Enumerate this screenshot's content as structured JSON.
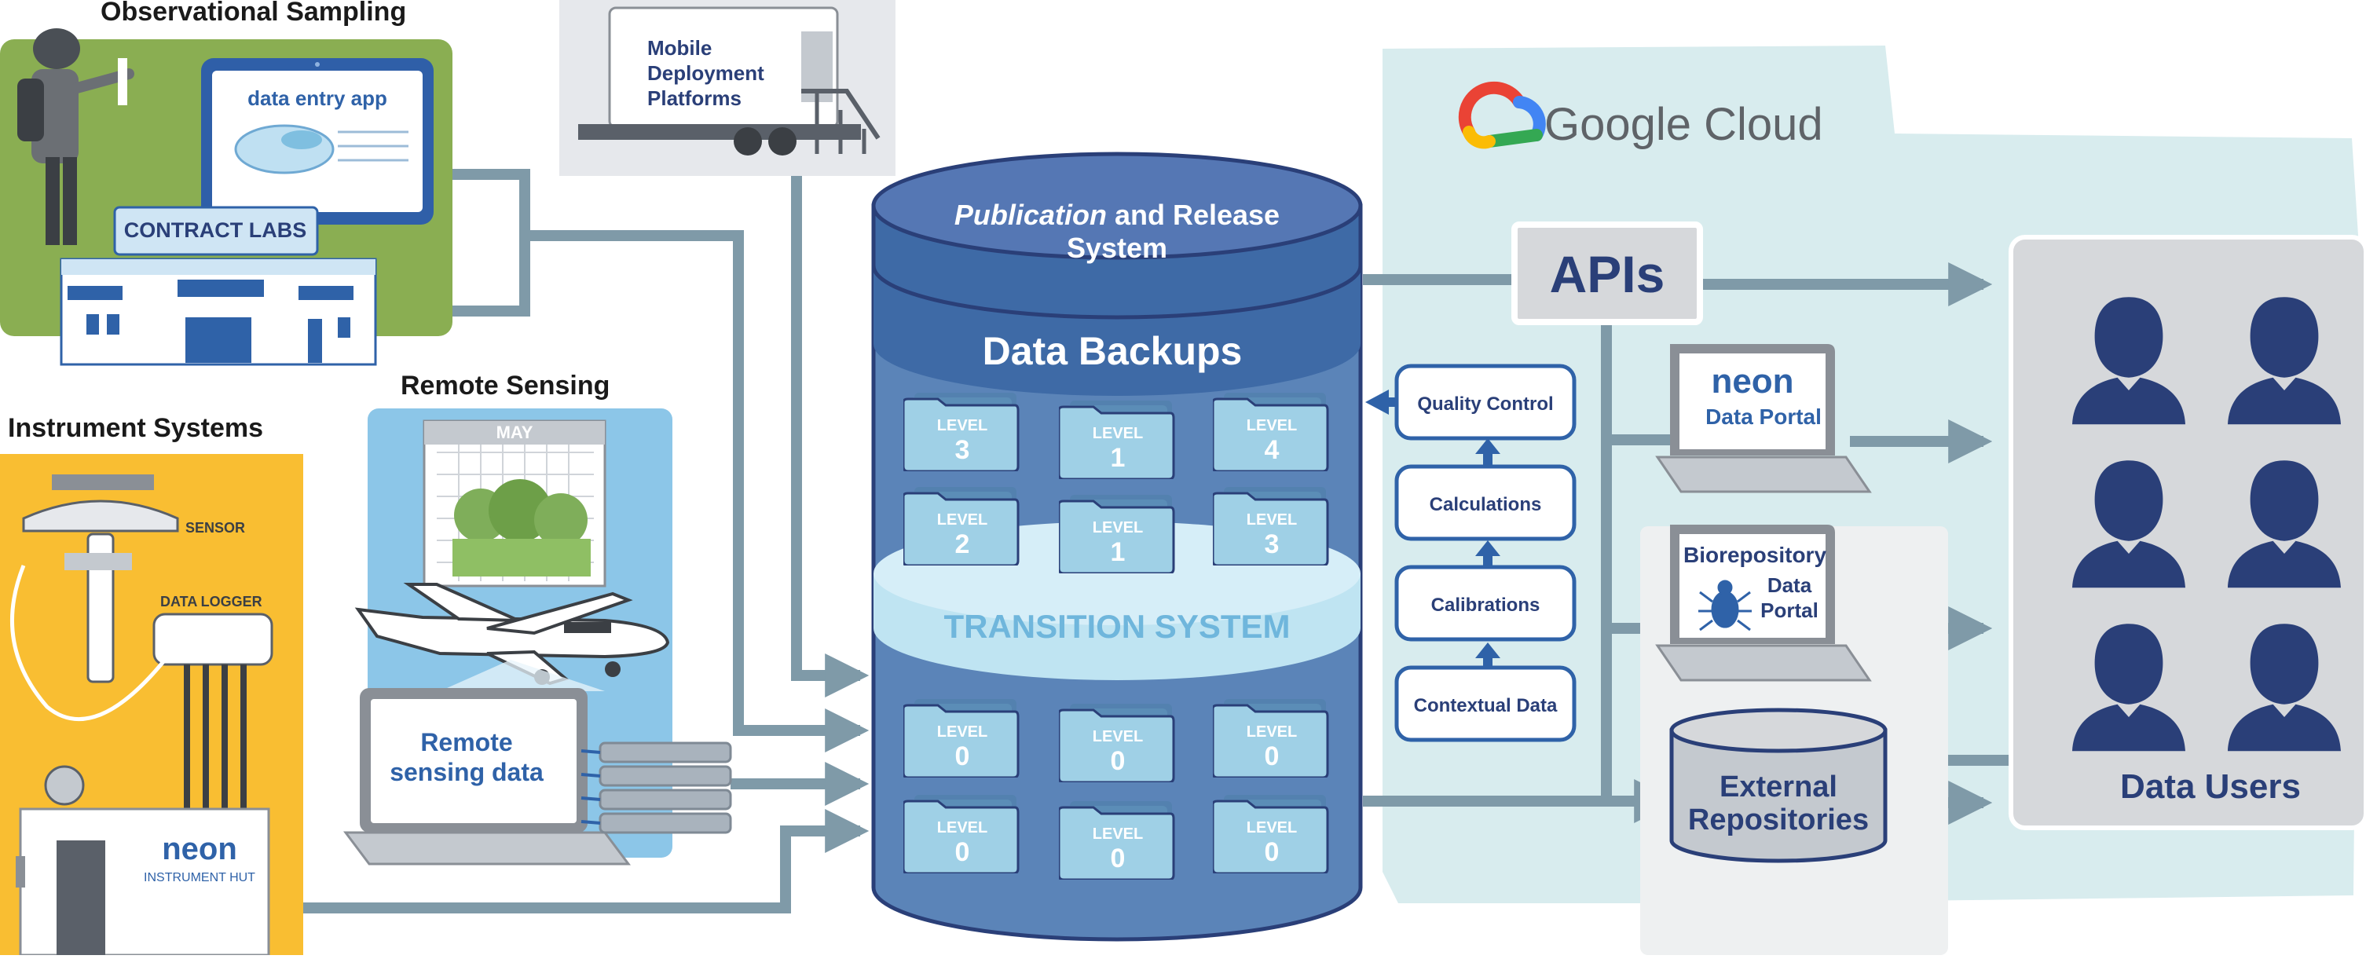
{
  "sources": {
    "observational": {
      "title": "Observational Sampling",
      "app_label": "data entry app",
      "labs_label": "CONTRACT LABS"
    },
    "mobile": {
      "line1": "Mobile",
      "line2": "Deployment",
      "line3": "Platforms"
    },
    "remote": {
      "title": "Remote Sensing",
      "calendar_month": "MAY",
      "laptop_line1": "Remote",
      "laptop_line2": "sensing data"
    },
    "instrument": {
      "title": "Instrument Systems",
      "sensor_label": "SENSOR",
      "logger_label": "DATA LOGGER",
      "hut_brand": "neon",
      "hut_label": "INSTRUMENT HUT"
    }
  },
  "cylinder": {
    "publication_italic": "Publication",
    "publication_rest": " and Release",
    "publication_line2": "System",
    "backups_label": "Data Backups",
    "transition_label": "TRANSITION SYSTEM",
    "level_word": "LEVEL",
    "upper_folders": [
      "3",
      "1",
      "4",
      "2",
      "1",
      "3"
    ],
    "lower_folders": [
      "0",
      "0",
      "0",
      "0",
      "0",
      "0"
    ]
  },
  "processing": {
    "steps": [
      "Quality Control",
      "Calculations",
      "Calibrations",
      "Contextual Data"
    ]
  },
  "cloud": {
    "brand": "Google Cloud",
    "apis_label": "APIs"
  },
  "outputs": {
    "neon_brand": "neon",
    "data_portal": "Data Portal",
    "bio_line1": "Biorepository",
    "bio_line2": "Data",
    "bio_line3": "Portal",
    "external_line1": "External",
    "external_line2": "Repositories",
    "users_label": "Data Users"
  },
  "colors": {
    "navy": "#2a3f78",
    "cylinder_blue": "#5b84b8",
    "cloud_bg": "#d8ecee",
    "arrow_gray": "#7f9aa8",
    "green_panel": "#8aae52",
    "yellow_panel": "#f9be32",
    "sky_panel": "#8cc6e8"
  }
}
